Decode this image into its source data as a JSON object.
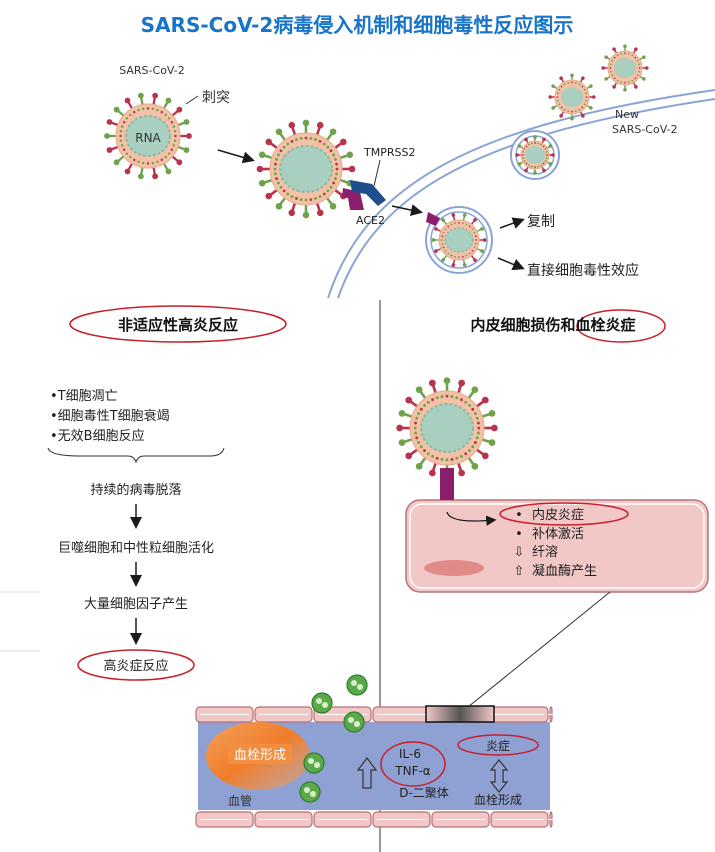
{
  "title": "SARS-CoV-2病毒侵入机制和细胞毒性反应图示",
  "entry": {
    "virus_label": "SARS-CoV-2",
    "rna_label": "RNA",
    "spike_label": "刺突",
    "tmprss2_label": "TMPRSS2",
    "ace2_label": "ACE2",
    "new_virus_label_1": "New",
    "new_virus_label_2": "SARS-CoV-2",
    "replication_label": "复制",
    "cytotoxic_label": "直接细胞毒性效应"
  },
  "left_panel": {
    "heading": "非适应性高炎反应",
    "bullets": [
      "•T细胞凋亡",
      "•细胞毒性T细胞衰竭",
      "•无效B细胞反应"
    ],
    "steps": [
      "持续的病毒脱落",
      "巨噬细胞和中性粒细胞活化",
      "大量细胞因子产生",
      "高炎症反应"
    ]
  },
  "right_panel": {
    "heading": "内皮细胞损伤和血栓炎症",
    "endo_items": [
      {
        "symbol": "•",
        "text": "内皮炎症"
      },
      {
        "symbol": "•",
        "text": "补体激活"
      },
      {
        "symbol": "⇩",
        "text": "纤溶"
      },
      {
        "symbol": "⇧",
        "text": "凝血酶产生"
      }
    ]
  },
  "vessel": {
    "clot_label": "血栓形成",
    "vessel_label": "血管",
    "cytokine_1": "IL-6",
    "cytokine_2": "TNF-α",
    "dimer_label": "D-二聚体",
    "inflammation_label": "炎症",
    "thrombosis_label": "血栓形成"
  },
  "colors": {
    "title": "#1874c8",
    "virus_core": "#a9cfc0",
    "virus_shell": "#f2c1a6",
    "spike_red": "#b8344c",
    "spike_green": "#6fa24a",
    "ace2": "#8a1f6e",
    "tmprss2": "#1f4e8c",
    "highlight_oval": "#c8202a",
    "vessel_lumen": "#8fa0d2",
    "endothelium": "#f1c8c6",
    "clot": "#f07c2a",
    "neutrophil": "#5aaa4a"
  }
}
